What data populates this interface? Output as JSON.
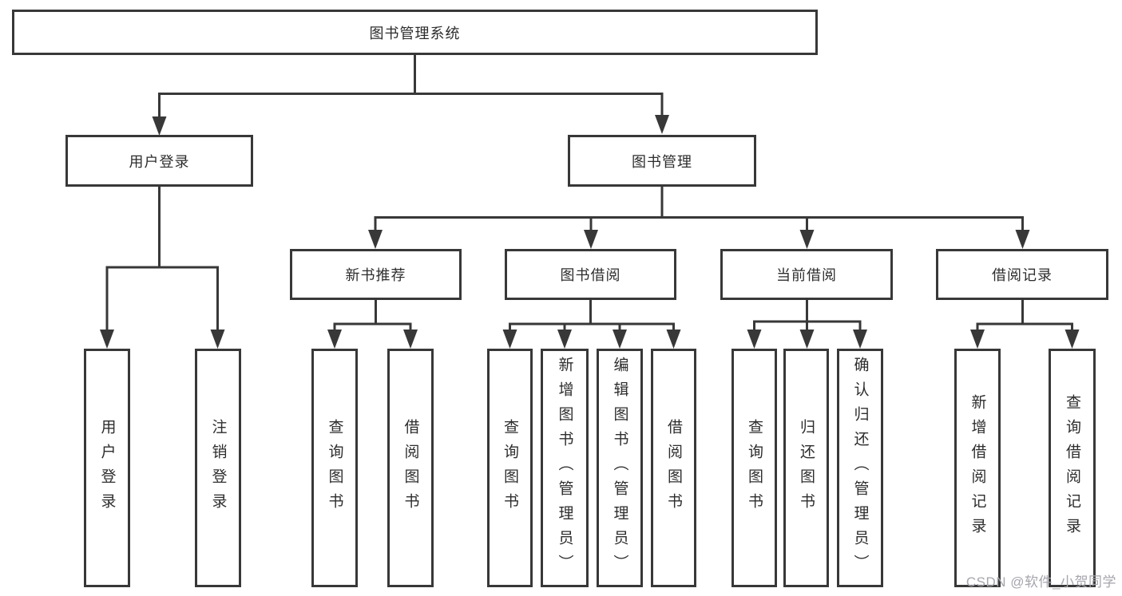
{
  "diagram": {
    "root": "图书管理系统",
    "level2": {
      "user_login": {
        "label": "用户登录",
        "children": {
          "login": "用户登录",
          "logout": "注销登录"
        }
      },
      "book_mgmt": {
        "label": "图书管理",
        "children": {
          "new_book": {
            "label": "新书推荐",
            "children": {
              "query": "查询图书",
              "borrow": "借阅图书"
            }
          },
          "borrowing": {
            "label": "图书借阅",
            "children": {
              "query": "查询图书",
              "add": "新增图书（管理员）",
              "edit": "编辑图书（管理员）",
              "borrow": "借阅图书"
            }
          },
          "current": {
            "label": "当前借阅",
            "children": {
              "query": "查询图书",
              "return": "归还图书",
              "confirm": "确认归还（管理员）"
            }
          },
          "records": {
            "label": "借阅记录",
            "children": {
              "add": "新增借阅记录",
              "query": "查询借阅记录"
            }
          }
        }
      }
    }
  },
  "watermark": "CSDN @软件_小贺同学",
  "colors": {
    "line": "#383838",
    "box_border": "#383838",
    "box_fill": "#ffffff",
    "text": "#2d2d2d",
    "watermark": "#a5a5ad"
  }
}
